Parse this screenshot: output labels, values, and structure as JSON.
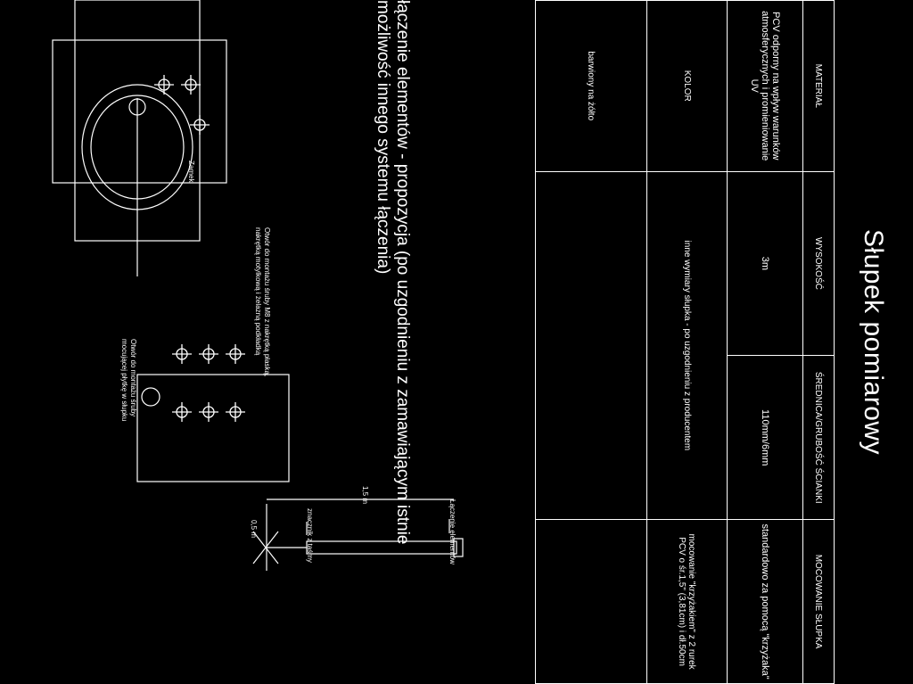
{
  "title": "Słupek pomiarowy",
  "table": {
    "headers": [
      "MATERIAŁ",
      "WYSOKOŚĆ",
      "ŚREDNICA/GRUBOŚĆ ŚCIANKI",
      "MOCOWANIE SŁUPKA"
    ],
    "values": [
      "PCV odporny na wpływ warunków atmosferycznych i promieniowanie UV",
      "3m",
      "110mm/6mm",
      "standardowo za pomocą \"krzyżaka\""
    ],
    "kolor_label": "KOLOR",
    "kolor_note": "inne wymiary słupka - po uzgodnieniu z producentem",
    "mocowanie_alt": "mocowanie \"krzyżakiem\" z 2 rurek PCV o śr.1,5\" (3,81cm) i dł.50cm",
    "kolor_value": "barwiony na żółto"
  },
  "drawing_labels": {
    "laczenie": "Łączenie elementów",
    "znacznik": "znacznik z taśmy",
    "dim_1": "1,5 m",
    "dim_2": "0,5 m",
    "zamek": "Zamek",
    "otwor_m8": "Otwór do montażu śruby M8 z nakrętką płaską, nakrętką motylkową i żelazną podkładką",
    "otwor_plyta": "Otwór do montażu śruby mocującej płytkę w słupku"
  },
  "note": {
    "line1": "łączenie elementów - propozycja (po uzgodnieniu z zamawiającym istnie",
    "line2": "możliwość innego systemu łączenia)"
  }
}
